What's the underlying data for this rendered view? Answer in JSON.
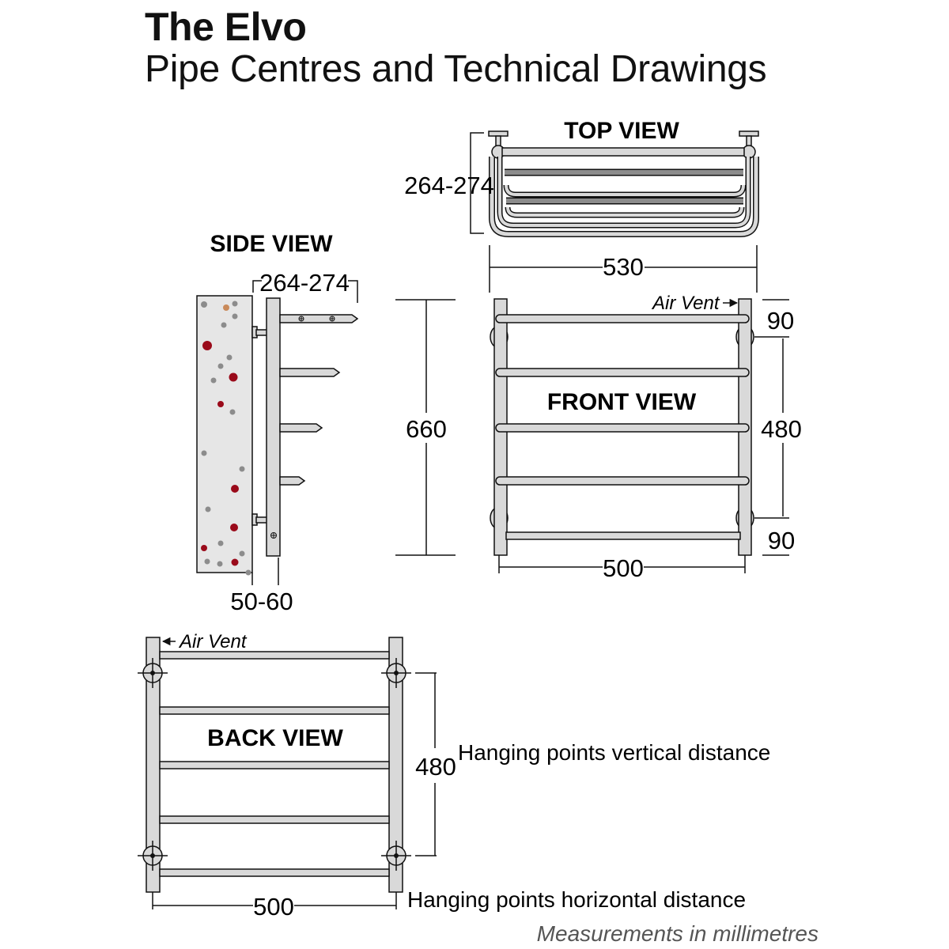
{
  "header": {
    "title": "The Elvo",
    "subtitle": "Pipe Centres and Technical Drawings"
  },
  "views": {
    "top": "TOP VIEW",
    "side": "SIDE VIEW",
    "front": "FRONT VIEW",
    "back": "BACK VIEW"
  },
  "dimensions": {
    "top_depth": "264-274",
    "side_depth": "264-274",
    "side_wall_gap": "50-60",
    "total_height": "660",
    "total_width": "530",
    "front_bracket_top": "90",
    "front_bracket_mid": "480",
    "front_bracket_bottom": "90",
    "front_bracket_width": "500",
    "back_vertical": "480",
    "back_horizontal": "500"
  },
  "labels": {
    "air_vent_front": "Air Vent",
    "air_vent_back": "Air Vent",
    "hanging_vertical": "Hanging points vertical distance",
    "hanging_horizontal": "Hanging points horizontal distance",
    "footnote": "Measurements in millimetres"
  },
  "colors": {
    "line": "#111111",
    "metal_fill": "#d9d9d9",
    "wall_fill": "#e6e6e6",
    "speck_red": "#9a0a1a",
    "speck_grey": "#8c8c8c",
    "speck_orange": "#c98a5a"
  }
}
